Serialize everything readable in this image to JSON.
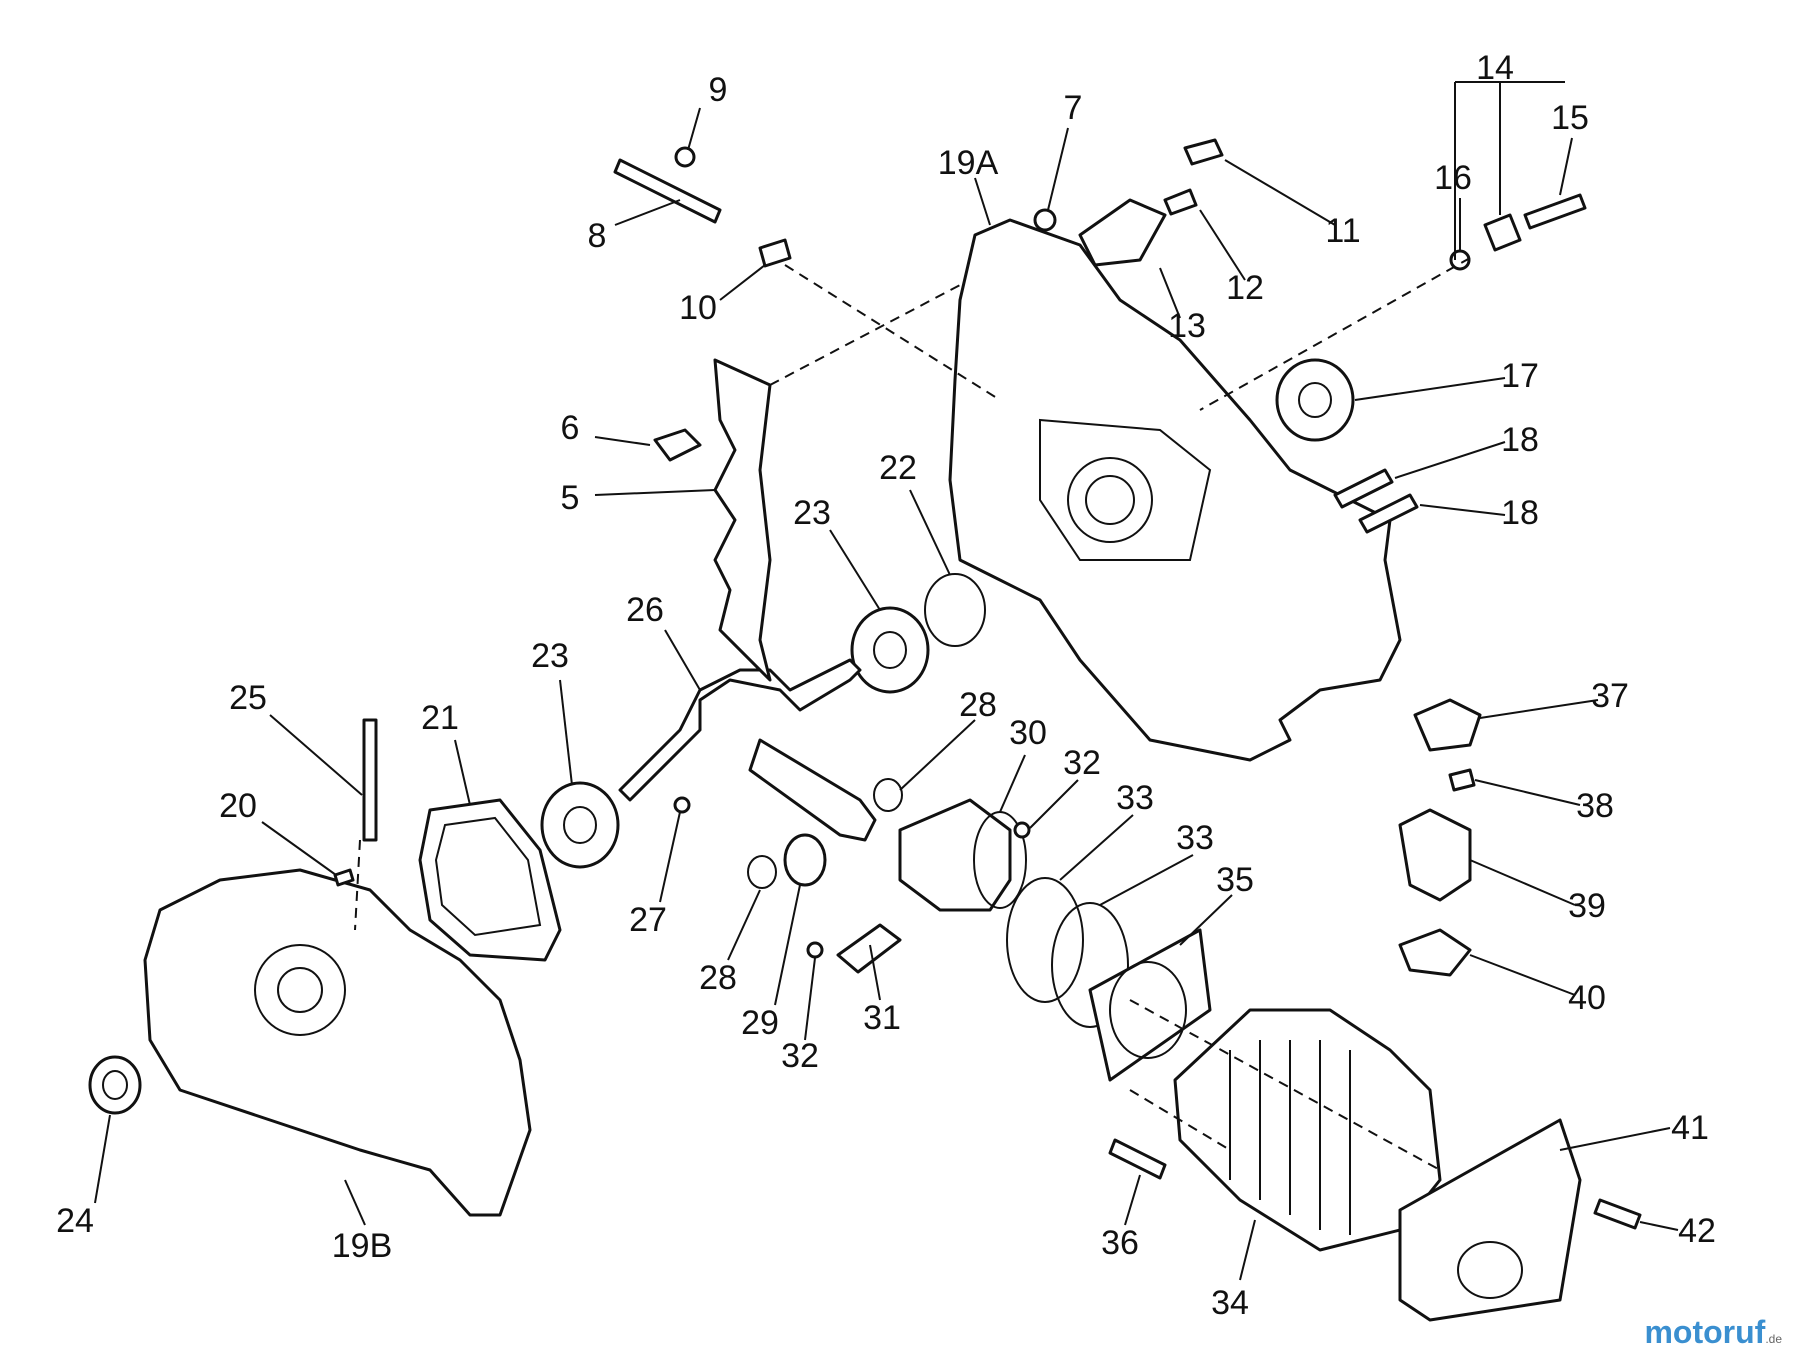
{
  "diagram": {
    "labels": [
      "5",
      "6",
      "7",
      "8",
      "9",
      "10",
      "11",
      "12",
      "13",
      "14",
      "15",
      "16",
      "17",
      "18",
      "19A",
      "19B",
      "20",
      "21",
      "22",
      "23",
      "24",
      "25",
      "26",
      "27",
      "28",
      "29",
      "30",
      "31",
      "32",
      "33",
      "34",
      "35",
      "36",
      "37",
      "38",
      "39",
      "40",
      "41",
      "42"
    ]
  },
  "watermark": {
    "text": "motoruf",
    "suffix": ".de"
  }
}
